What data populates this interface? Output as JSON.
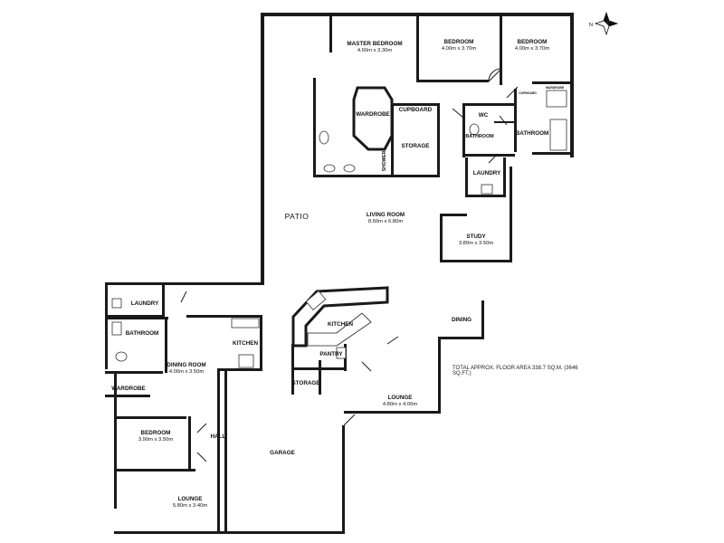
{
  "rooms": {
    "master_bedroom": {
      "name": "MASTER BEDROOM",
      "dim": "4.60m x 3.30m"
    },
    "bedroom_1": {
      "name": "BEDROOM",
      "dim": "4.00m x 3.70m"
    },
    "bedroom_2": {
      "name": "BEDROOM",
      "dim": "4.00m x 3.70m"
    },
    "wardrobe_main": {
      "name": "WARDROBE"
    },
    "cupboard": {
      "name": "CUPBOARD"
    },
    "cupboard_small": {
      "name": "CUPBOARD"
    },
    "wardrobe_small": {
      "name": "WARDROBE"
    },
    "storage_main": {
      "name": "STORAGE"
    },
    "shower": {
      "name": "SHOWER"
    },
    "wc": {
      "name": "WC"
    },
    "bathroom_small": {
      "name": "BATHROOM"
    },
    "bathroom_main": {
      "name": "BATHROOM"
    },
    "laundry_main": {
      "name": "LAUNDRY"
    },
    "patio": {
      "name": "PATIO"
    },
    "living_room": {
      "name": "LIVING ROOM",
      "dim": "8.60m x 6.80m"
    },
    "study": {
      "name": "STUDY",
      "dim": "3.80m x 3.50m"
    },
    "dining": {
      "name": "DINING"
    },
    "kitchen_main": {
      "name": "KITCHEN"
    },
    "pantry": {
      "name": "PANTRY"
    },
    "storage_small": {
      "name": "STORAGE"
    },
    "lounge_main": {
      "name": "LOUNGE",
      "dim": "4.80m x 4.00m"
    },
    "garage": {
      "name": "GARAGE"
    },
    "laundry_flat": {
      "name": "LAUNDRY"
    },
    "bathroom_flat": {
      "name": "BATHROOM"
    },
    "kitchen_flat": {
      "name": "KITCHEN"
    },
    "dining_room": {
      "name": "DINING ROOM",
      "dim": "4.00m x 3.50m"
    },
    "wardrobe_flat": {
      "name": "WARDROBE"
    },
    "bedroom_flat": {
      "name": "BEDROOM",
      "dim": "3.90m x 3.50m"
    },
    "hall": {
      "name": "HALL"
    },
    "lounge_flat": {
      "name": "LOUNGE",
      "dim": "5.80m x 3.40m"
    }
  },
  "notes": {
    "total_area": "TOTAL APPROX. FLOOR AREA 338.7 SQ.M. (3646 SQ.FT.)"
  },
  "compass": {
    "north_label": "N"
  },
  "colors": {
    "wall": "#1a1a1a",
    "background": "#ffffff"
  }
}
